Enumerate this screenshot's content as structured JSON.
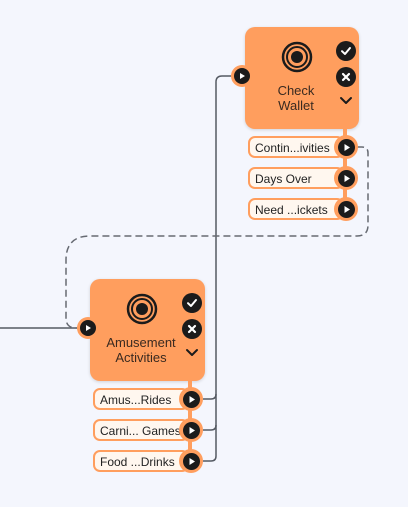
{
  "nodes": {
    "check_wallet": {
      "title": "Check\nWallet",
      "icon": "target-icon",
      "options": [
        {
          "label": "Contin...ivities"
        },
        {
          "label": "Days Over"
        },
        {
          "label": "Need ...ickets"
        }
      ]
    },
    "amusement_activities": {
      "title": "Amusement\nActivities",
      "icon": "target-icon",
      "options": [
        {
          "label": "Amus...Rides"
        },
        {
          "label": "Carni... Games"
        },
        {
          "label": "Food ...Drinks"
        }
      ]
    }
  },
  "colors": {
    "node_fill": "#ff9e5e",
    "port_fill": "#1b1b1b",
    "option_fill": "#fff7ef",
    "solid_link": "#555a63",
    "dashed_link": "#666a72",
    "background": "#f4f6fd"
  },
  "icons": {
    "confirm": "check-icon",
    "cancel": "close-icon",
    "expand": "chevron-down-icon",
    "port": "play-icon"
  }
}
